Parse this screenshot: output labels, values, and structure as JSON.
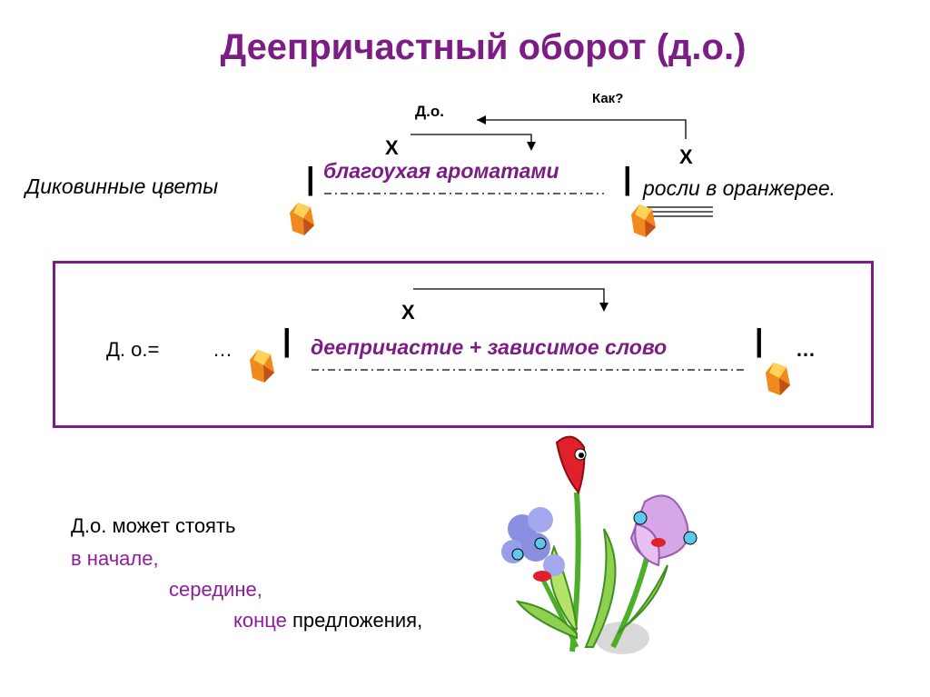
{
  "title": "Деепричастный оборот (д.о.)",
  "colors": {
    "accent": "#7c1d85",
    "frame": "#7c1d85",
    "violet_text": "#8f1c9b",
    "gem": "#f08a1c"
  },
  "diagram": {
    "do_label": "Д.о.",
    "question_label": "Как?",
    "x_mark": "Х",
    "sentence_start": "Диковинные цветы",
    "participle_phrase": "благоухая ароматами",
    "sentence_end": "росли в оранжерее.",
    "separator": "|"
  },
  "formula": {
    "label": "Д. о.=",
    "ellipsis_left": "…",
    "x_mark": "Х",
    "content": "деепричастие + зависимое слово",
    "ellipsis_right": "…",
    "separator": "|"
  },
  "position_note": {
    "line1": "Д.о. может стоять",
    "line2": "в начале,",
    "line3": "середине,",
    "line4_highlight": "конце",
    "line4_rest": "предложения,"
  },
  "icons": [
    "comma-gem-icon",
    "flowers-illustration"
  ]
}
